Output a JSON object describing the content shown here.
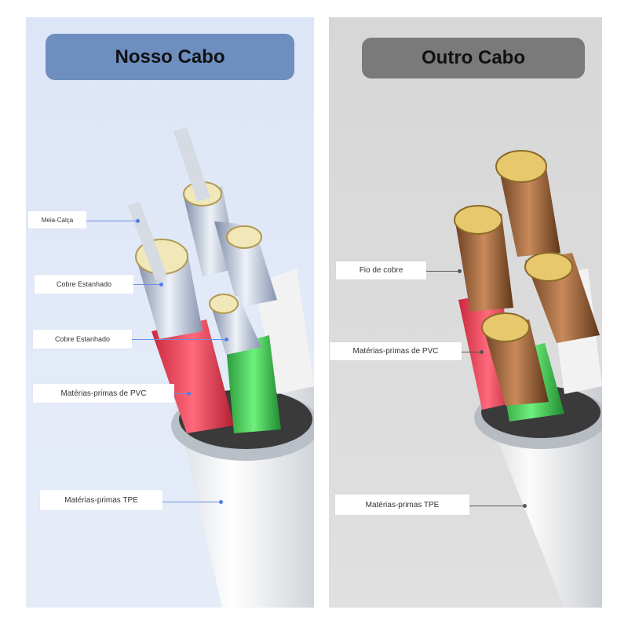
{
  "left_panel": {
    "title": "Nosso Cabo",
    "labels": {
      "shield": "Meia-Calça",
      "tinned_copper_1": "Cobre Estanhado",
      "tinned_copper_2": "Cobre Estanhado",
      "pvc": "Matérias-primas de PVC",
      "tpe": "Matérias-primas TPE"
    },
    "colors": {
      "title_bg": "#6d8ebf",
      "leader": "#6a8fe0"
    }
  },
  "right_panel": {
    "title": "Outro Cabo",
    "labels": {
      "copper": "Fio de cobre",
      "pvc": "Matérias-primas de PVC",
      "tpe": "Matérias-primas TPE"
    },
    "colors": {
      "title_bg": "#7a7a7a",
      "leader": "#555555"
    }
  }
}
